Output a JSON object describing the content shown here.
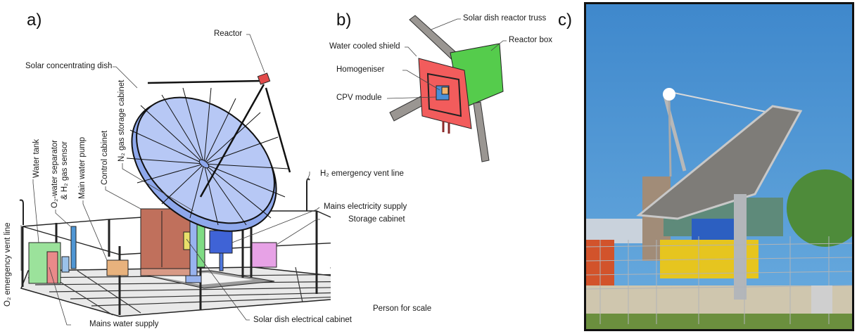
{
  "figure": {
    "panels": [
      {
        "id": "a",
        "letter": "a)",
        "description": "Schematic of solar hydrogen production facility"
      },
      {
        "id": "b",
        "letter": "b)",
        "description": "Reactor detail"
      },
      {
        "id": "c",
        "letter": "c)",
        "description": "Photograph of installed solar dish system"
      }
    ]
  },
  "panel_a": {
    "letter": "a)",
    "labels": {
      "reactor": "Reactor",
      "solar_dish": "Solar concentrating dish",
      "water_tank": "Water tank",
      "o2_separator_line1": "O₂-water separator",
      "o2_separator_line2": "& H₂ gas sensor",
      "main_pump": "Main water pump",
      "control_cabinet": "Control cabinet",
      "n2_cabinet": "N₂ gas storage cabinet",
      "h2_vent": "H₂ emergency vent line",
      "mains_electricity": "Mains electricity supply",
      "storage_cabinet": "Storage cabinet",
      "o2_vent": "O₂ emergency vent line",
      "mains_water": "Mains water supply",
      "electrical_cabinet": "Solar dish electrical cabinet",
      "person": "Person for scale"
    },
    "colors": {
      "dish": "#b7c8f5",
      "control_cabinet": "#c0705c",
      "n2_cabinet": "#7fdc84",
      "electrical_cabinet": "#3f63d6",
      "storage_cabinet": "#e7a2e6",
      "water_tank": "#9be29b",
      "pump": "#e8b27d",
      "reactor": "#e24b4b"
    }
  },
  "panel_b": {
    "letter": "b)",
    "labels": {
      "truss": "Solar dish reactor truss",
      "reactor_box": "Reactor box",
      "shield": "Water cooled shield",
      "homogeniser": "Homogeniser",
      "cpv": "CPV module"
    },
    "colors": {
      "shield": "#f25c5c",
      "reactor_box": "#55cc4c",
      "truss": "#9a9692",
      "homogeniser": "#4a8fd6",
      "cpv": "#f2b46a"
    }
  },
  "panel_c": {
    "letter": "c)",
    "colors": {
      "sky": "#4f97d6",
      "frame": "#111111"
    }
  }
}
